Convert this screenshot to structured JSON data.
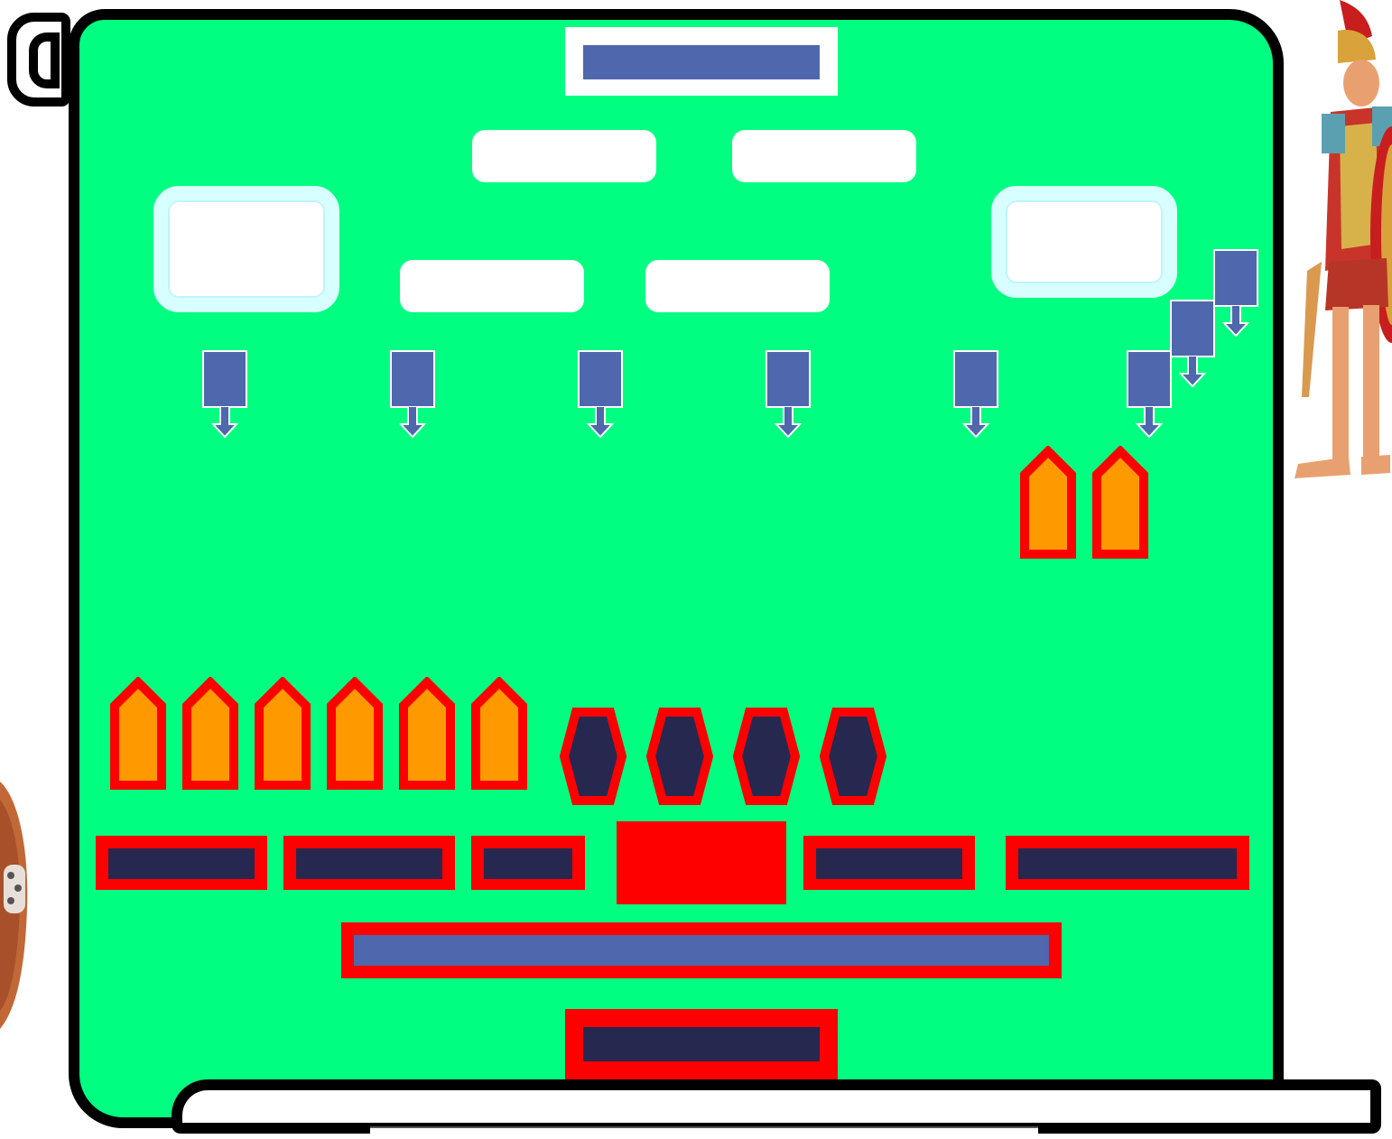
{
  "colors": {
    "scroll_fill": "#00ff80",
    "scroll_outline": "#000000",
    "navy": "#27284f",
    "steel_blue": "#4f67ac",
    "red": "#ff0000",
    "orange": "#ff9900",
    "glow_border": "#d8ffff"
  },
  "decorations": {
    "top_right": "roman-soldier-icon",
    "bottom_left": "shield-icon"
  },
  "layout_counts": {
    "arrows_row": 6,
    "arrows_stair": 2,
    "orange_tiles_right": 2,
    "orange_tiles_bottom": 6,
    "hex_tiles": 4
  }
}
